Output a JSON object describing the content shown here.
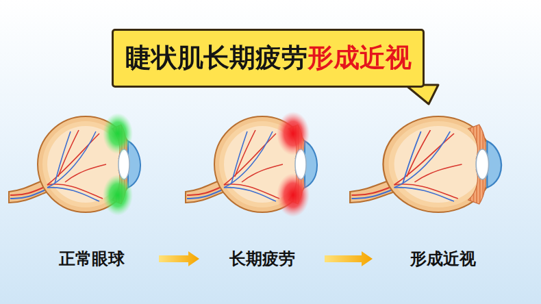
{
  "diagram": {
    "title": "睫状肌长期疲劳形成近视",
    "nodes": [
      {
        "text": [
          "正常眼球"
        ]
      },
      {
        "text": [
          "长期疲劳"
        ]
      },
      {
        "text": [
          "形成近视"
        ]
      }
    ],
    "edges": [
      {
        "from": 0,
        "to": 1,
        "arrow": "to"
      },
      {
        "from": 1,
        "to": 2,
        "arrow": "to"
      }
    ]
  }
}
